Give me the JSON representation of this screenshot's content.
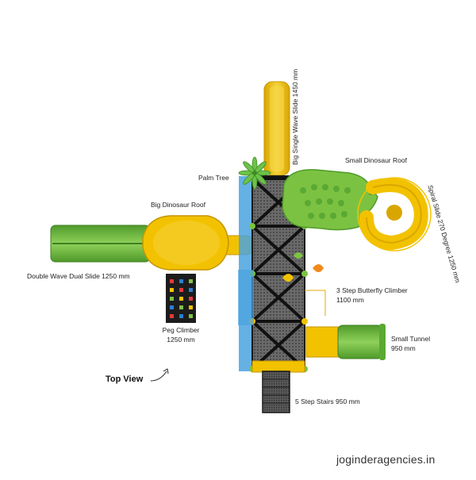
{
  "labels": {
    "big_single_wave_slide": "Big Single Wave Slide 1450 mm",
    "palm_tree": "Palm Tree",
    "small_dinosaur_roof": "Small Dinosaur Roof",
    "spiral_slide": "Spiral Slide 270 Degree 1250 mm",
    "big_dinosaur_roof": "Big Dinosaur Roof",
    "double_wave_dual_slide": "Double Wave Dual Slide  1250 mm",
    "butterfly_climber_name": "3 Step Butterfly Climber",
    "butterfly_climber_size": "1100 mm",
    "peg_climber_name": "Peg Climber",
    "peg_climber_size": "1250 mm",
    "small_tunnel_name": "Small Tunnel",
    "small_tunnel_size": "950 mm",
    "stairs": "5 Step Stairs 950 mm"
  },
  "caption": "Top View",
  "watermark": "joginderagencies.in",
  "colors": {
    "yellow": "#f2c200",
    "yellow_dark": "#d9a600",
    "green": "#7cc242",
    "green_dark": "#4f9a2a",
    "deck": "#555555",
    "frame": "#1a1a1a",
    "blue": "#2b7fd0",
    "orange": "#f08a1c"
  }
}
